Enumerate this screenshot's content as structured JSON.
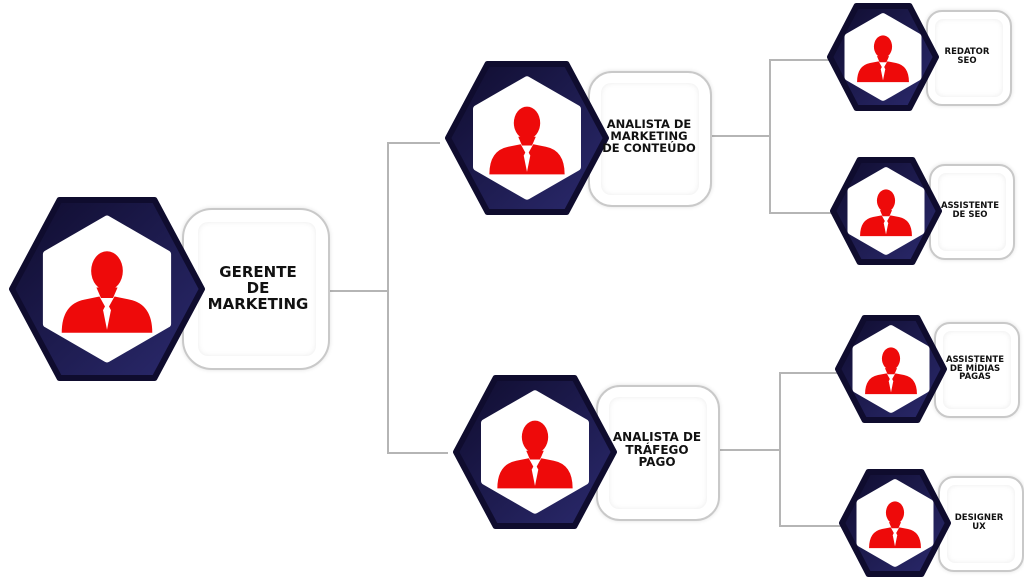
{
  "colors": {
    "hex_dark": "#0f0c2e",
    "hex_light": "#2b2a6e",
    "icon": "#ee0a0a",
    "connector": "#b5b5b5"
  },
  "icon_name": "person-icon",
  "nodes": {
    "root": {
      "title": "GERENTE\nDE\nMARKETING"
    },
    "content_analyst": {
      "title": "ANALISTA DE\nMARKETING\nDE CONTEÚDO"
    },
    "traffic_analyst": {
      "title": "ANALISTA DE\nTRÁFEGO\nPAGO"
    },
    "seo_writer": {
      "title": "REDATOR\nSEO"
    },
    "seo_assistant": {
      "title": "ASSISTENTE\nDE SEO"
    },
    "paid_media_assistant": {
      "title": "ASSISTENTE\nDE MÍDIAS\nPAGAS"
    },
    "ux_designer": {
      "title": "DESIGNER\nUX"
    }
  }
}
